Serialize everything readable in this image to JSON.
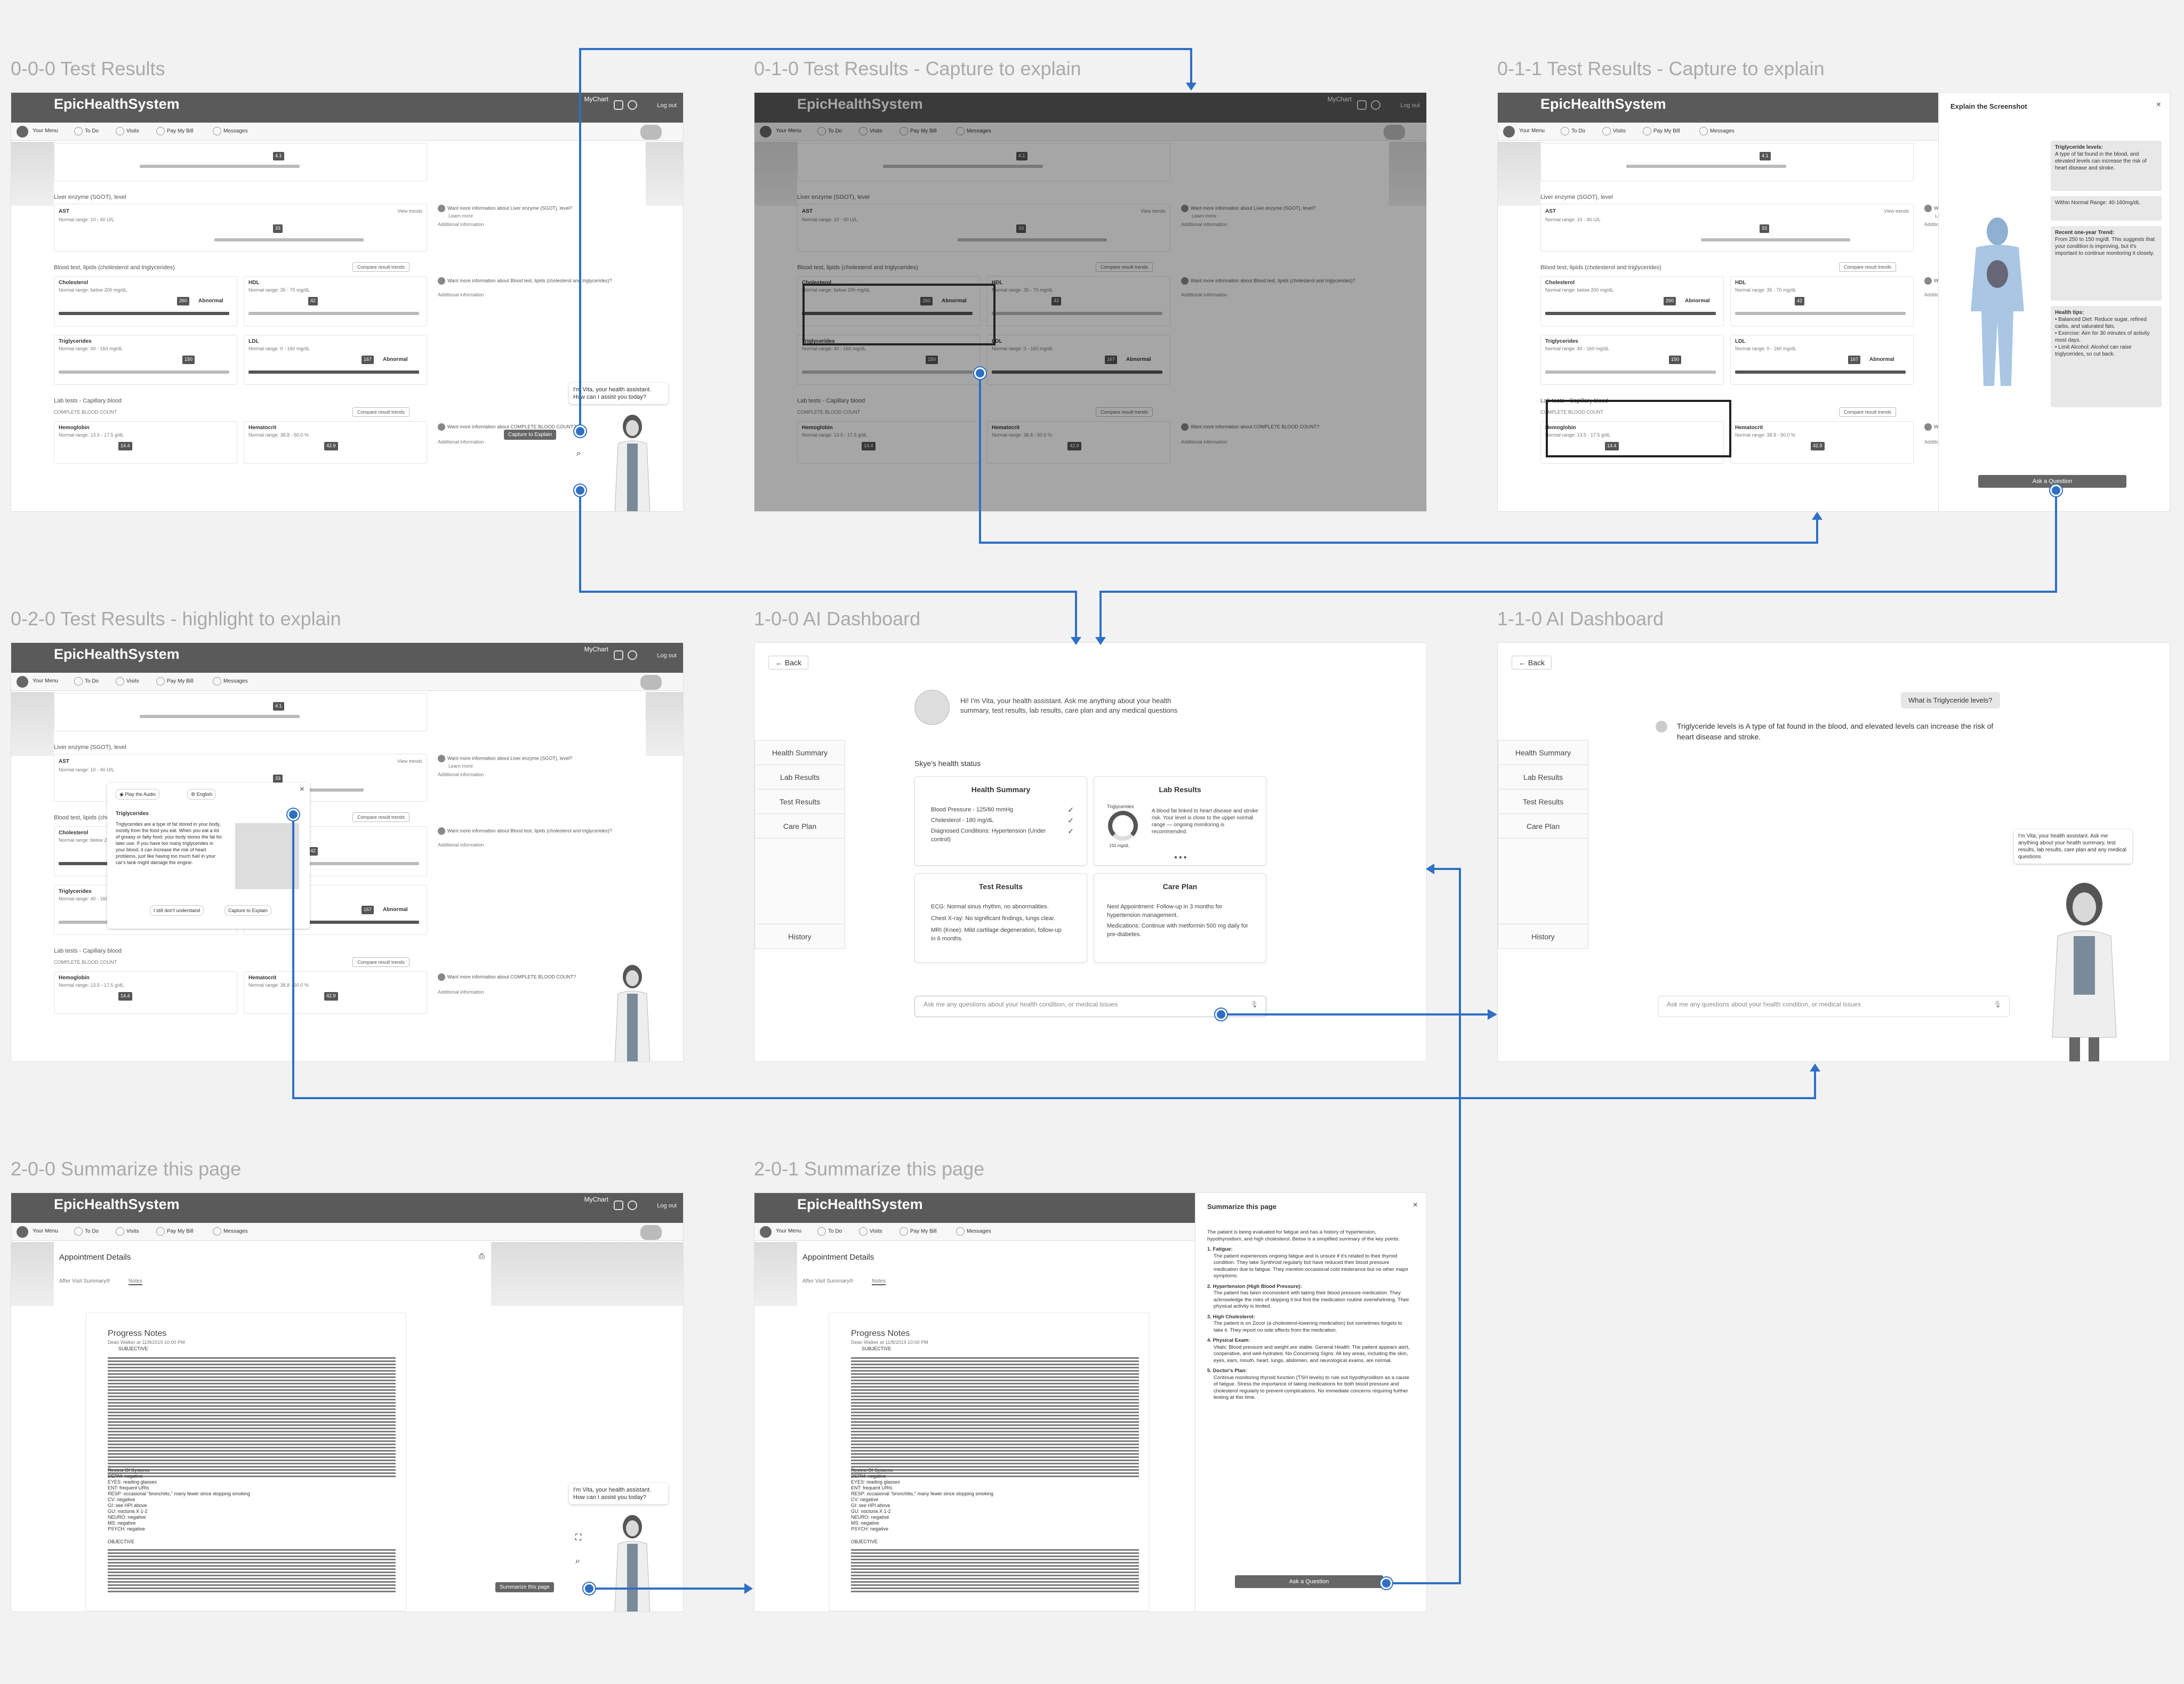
{
  "frames": {
    "f000": "0-0-0 Test Results",
    "f010": "0-1-0 Test Results - Capture to explain",
    "f011": "0-1-1 Test Results - Capture to explain",
    "f020": "0-2-0 Test Results - highlight to explain",
    "f100": "1-0-0 AI Dashboard",
    "f110": "1-1-0 AI Dashboard",
    "f200": "2-0-0 Summarize this page",
    "f201": "2-0-1 Summarize this page"
  },
  "portal": {
    "logo": "EpicHealthSystem",
    "mychart": "MyChart",
    "logout": "Log out",
    "nav": [
      "Your Menu",
      "To Do",
      "Visits",
      "Pay My Bill",
      "Messages"
    ]
  },
  "results": {
    "liver_section": "Liver enzyme (SGOT), level",
    "ast": "AST",
    "ast_range": "Normal range: 10 - 40 U/L",
    "ast_value": "33",
    "top_value": "4.1",
    "lipids_section": "Blood test, lipids (cholesterol and triglycerides)",
    "cholesterol": "Cholesterol",
    "chol_range": "Normal range: below 200 mg/dL",
    "chol_value": "260",
    "hdl": "HDL",
    "hdl_range": "Normal range: 35 - 70 mg/dL",
    "hdl_value": "42",
    "triglycerides": "Triglycerides",
    "trig_range": "Normal range: 40 - 160 mg/dL",
    "trig_value": "150",
    "ldl": "LDL",
    "ldl_range": "Normal range: 0 - 160 mg/dL",
    "ldl_value": "167",
    "abnormal": "Abnormal",
    "lab_section": "Lab tests - Capillary blood",
    "cbc": "COMPLETE BLOOD COUNT",
    "hemoglobin": "Hemoglobin",
    "hemo_range": "Normal range: 13.5 - 17.5 g/dL",
    "hemo_value": "14.4",
    "hematocrit": "Hematocrit",
    "hema_range": "Normal range: 38.8 - 50.0 %",
    "hema_value": "42.9",
    "compare": "Compare result trends",
    "view_trends": "View trends",
    "q_liver": "Want more information about Liver enzyme (SGOT), level?",
    "q_lipids": "Want more information about Blood test, lipids (cholesterol and triglycerides)?",
    "q_cbc": "Want more information about COMPLETE BLOOD COUNT?",
    "learn_more": "Learn more",
    "additional": "Additional information"
  },
  "assistant": {
    "greeting": "I'm Vita, your health assistant. How can I assist you today?",
    "capture_tip": "Capture to Explain",
    "summarize_tip": "Summarize this page"
  },
  "explain": {
    "title": "Explain the Screenshot",
    "b1_title": "Triglyceride levels:",
    "b1": "A type of fat found in the blood, and elevated levels can increase the risk of heart disease and stroke.",
    "b2": "Within Normal Range: 40-160mg/dL",
    "b3_title": "Recent one-year Trend:",
    "b3": "From 250 to 150 mg/dl. This suggests that your condition is improving, but it's important to continue monitoring it closely.",
    "b4_title": "Health tips:",
    "b4": [
      "Balanced Diet: Reduce sugar, refined carbs, and saturated fats.",
      "Exercise: Aim for 30 minutes of activity most days.",
      "Limit Alcohol: Alcohol can raise triglycerides, so cut back."
    ],
    "ask": "Ask a Question"
  },
  "highlight": {
    "play": "Play the Audio",
    "lang": "English",
    "title": "Triglycerides",
    "body": "Triglycerides are a type of fat stored in your body, mostly from the food you eat. When you eat a lot of greasy or fatty food, your body stores the fat for later use. If you have too many triglycerides in your blood, it can increase the risk of heart problems, just like having too much fuel in your car's tank might damage the engine.",
    "dont": "I still don't understand",
    "capture": "Capture to Explain"
  },
  "dashboard": {
    "back": "Back",
    "nav": [
      "Health Summary",
      "Lab Results",
      "Test Results",
      "Care Plan"
    ],
    "history": "History",
    "intro": "Hi! I'm Vita, your health assistant. Ask me anything about your health summary, test results, lab results, care plan and any medical questions",
    "status": "Skye's health status",
    "hs_title": "Health Summary",
    "hs_items": [
      "Blood Pressure - 125/80 mmHg",
      "Cholesterol - 180 mg/dL",
      "Diagnosed Conditions: Hypertension (Under control)"
    ],
    "lab_title": "Lab Results",
    "lab_gauge": "Triglycerides",
    "lab_gauge_val": "150 mg/dL",
    "lab_text": "A blood fat linked to heart disease and stroke risk. Your level is close to the upper normal range — ongoing monitoring is recommended.",
    "tr_title": "Test Results",
    "tr_items": [
      "ECG: Normal sinus rhythm, no abnormalities.",
      "Chest X-ray: No significant findings, lungs clear.",
      "MRI (Knee): Mild cartilage degeneration, follow-up in 6 months."
    ],
    "cp_title": "Care Plan",
    "cp_items": [
      "Next Appointment: Follow-up in 3 months for hypertension management.",
      "Medications: Continue with metformin 500 mg daily for pre-diabetes."
    ],
    "search": "Ask me any questions about your health condition, or medical issues",
    "user_q": "What is Triglyceride levels?",
    "answer": "Triglyceride levels is A type of fat found in the blood, and elevated levels can increase the risk of heart disease and stroke.",
    "vita_bubble": "I'm Vita, your health assistant. Ask me anything about your health summary, test results, lab results, care plan and any medical questions"
  },
  "summary_page": {
    "appt": "Appointment Details",
    "tab1": "After Visit Summary®",
    "tab2": "Notes",
    "doc_title": "Progress Notes",
    "doc_meta": "Dean Walker at 11/8/2019 10:00 PM",
    "subjective": "SUBJECTIVE",
    "objective": "OBJECTIVE",
    "ros": [
      "Review Of Systems",
      "DERM: negative",
      "EYES: reading glasses",
      "ENT: frequent URIs",
      "RESP: occasional \"bronchitis,\" many fewer since stopping smoking",
      "CV: negative",
      "GI: see HPI above",
      "GU: nocturia X 1-2",
      "NEURO: negative",
      "MS: negative",
      "PSYCH: negative"
    ]
  },
  "summarize_panel": {
    "title": "Summarize this page",
    "intro": "The patient is being evaluated for fatigue and has a history of hypertension, hypothyroidism, and high cholesterol. Below is a simplified summary of the key points:",
    "sections": [
      {
        "h": "1. Fatigue:",
        "t": "The patient experiences ongoing fatigue and is unsure if it's related to their thyroid condition. They take Synthroid regularly but have reduced their blood pressure medication due to fatigue. They mention occasional cold intolerance but no other major symptoms."
      },
      {
        "h": "2. Hypertension (High Blood Pressure):",
        "t": "The patient has been inconsistent with taking their blood pressure medication. They acknowledge the risks of skipping it but find the medication routine overwhelming. Their physical activity is limited."
      },
      {
        "h": "3. High Cholesterol:",
        "t": "The patient is on Zocor (a cholesterol-lowering medication) but sometimes forgets to take it. They report no side effects from the medication."
      },
      {
        "h": "4. Physical Exam:",
        "t": "Vitals: Blood pressure and weight are stable. General Health: The patient appears alert, cooperative, and well-hydrated. No Concerning Signs: All key areas, including the skin, eyes, ears, mouth, heart, lungs, abdomen, and neurological exams, are normal."
      },
      {
        "h": "5. Doctor's Plan:",
        "t": "Continue monitoring thyroid function (TSH levels) to rule out hypothyroidism as a cause of fatigue. Stress the importance of taking medications for both blood pressure and cholesterol regularly to prevent complications. No immediate concerns requiring further testing at this time."
      }
    ],
    "ask": "Ask a Question"
  },
  "colors": {
    "accent": "#2f6fc4",
    "header": "#5a5a5a"
  }
}
